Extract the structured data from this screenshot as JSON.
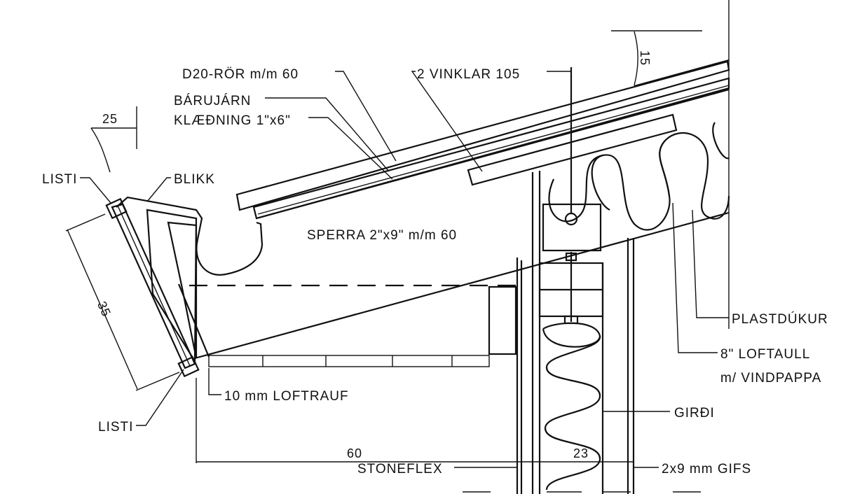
{
  "labels": {
    "d20_ror": "D20-RÖR m/m 60",
    "vinklar": "2 VINKLAR 105",
    "barujarn": "BÁRUJÁRN",
    "klaedning": "KLÆÐNING 1\"x6\"",
    "listi_top": "LISTI",
    "blikk": "BLIKK",
    "sperra": "SPERRA 2\"x9\" m/m 60",
    "plastdukur": "PLASTDÚKUR",
    "loftaull_1": "8\" LOFTAULL",
    "loftaull_2": "m/ VINDPAPPA",
    "loftrauf": "10 mm LOFTRAUF",
    "girdi": "GIRÐI",
    "listi_bottom": "LISTI",
    "stoneflex": "STONEFLEX",
    "gifs": "2x9 mm GIFS"
  },
  "dimensions": {
    "d25": "25",
    "d15": "15",
    "d35": "35",
    "d60": "60",
    "d23": "23"
  }
}
